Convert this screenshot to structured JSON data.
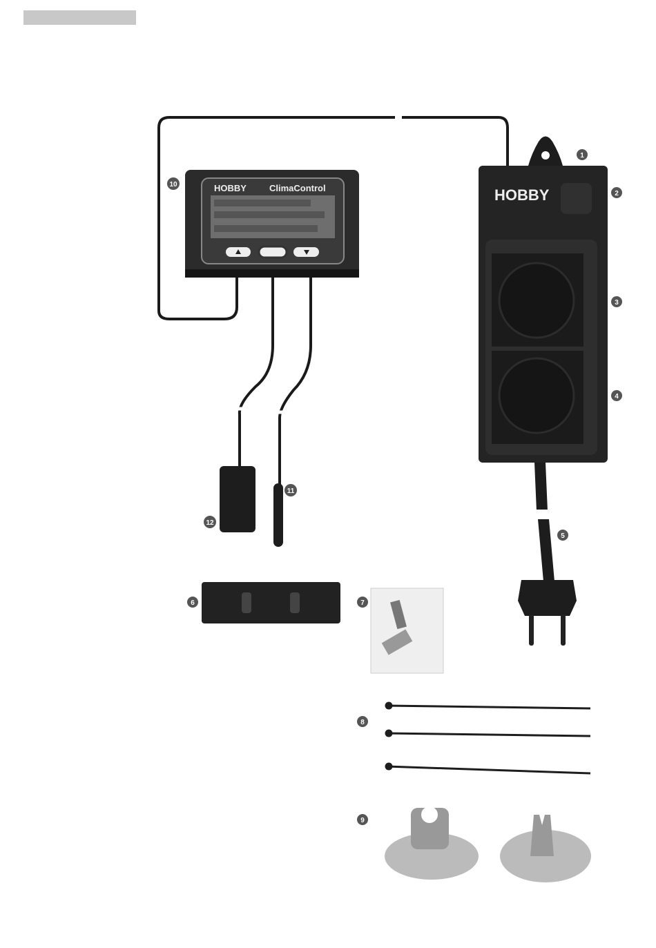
{
  "controller": {
    "brand": "HOBBY",
    "model": "ClimaControl"
  },
  "power_strip": {
    "brand": "HOBBY"
  },
  "callouts": [
    "1",
    "2",
    "3",
    "4",
    "5",
    "6",
    "7",
    "8",
    "9",
    "10",
    "11",
    "12"
  ]
}
